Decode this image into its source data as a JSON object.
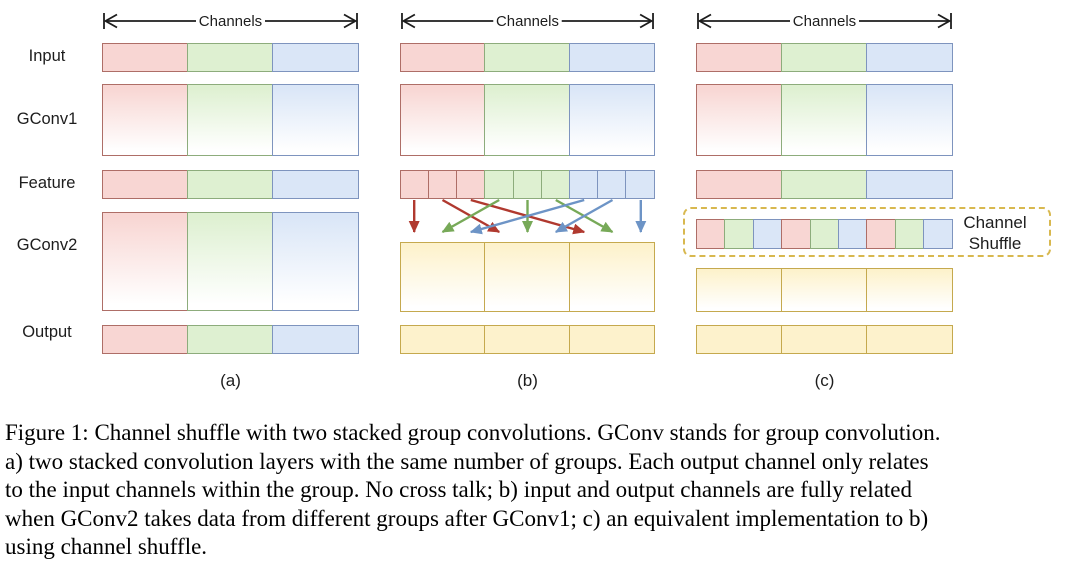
{
  "colors": {
    "red_fill": "#f8d6d3",
    "red_border": "#ae6e67",
    "red_arrow": "#b0392f",
    "green_fill": "#def0d1",
    "green_border": "#8dac7c",
    "green_arrow": "#77a958",
    "blue_fill": "#dae6f7",
    "blue_border": "#7e94be",
    "blue_arrow": "#6d94c6",
    "yellow_fill": "#fdf2cc",
    "yellow_border": "#c5a94e",
    "shuffle_dash": "#d8b84f",
    "text": "#1d1d1d"
  },
  "row_labels": {
    "input": "Input",
    "gconv1": "GConv1",
    "feature": "Feature",
    "gconv2": "GConv2",
    "output": "Output"
  },
  "panels": {
    "a": {
      "label": "(a)",
      "channels_label": "Channels",
      "input_cells": [
        "red",
        "green",
        "blue"
      ],
      "gconv1_cells": [
        "red",
        "green",
        "blue"
      ],
      "feature_cells": [
        "red",
        "green",
        "blue"
      ],
      "gconv2_cells": [
        "red",
        "green",
        "blue"
      ],
      "output_cells": [
        "red",
        "green",
        "blue"
      ]
    },
    "b": {
      "label": "(b)",
      "channels_label": "Channels",
      "input_cells": [
        "red",
        "green",
        "blue"
      ],
      "gconv1_cells": [
        "red",
        "green",
        "blue"
      ],
      "feature_cells": [
        "red",
        "red",
        "red",
        "green",
        "green",
        "green",
        "blue",
        "blue",
        "blue"
      ],
      "arrows": [
        {
          "from": 0,
          "to": 0,
          "color": "red"
        },
        {
          "from": 1,
          "to": 3,
          "color": "red"
        },
        {
          "from": 2,
          "to": 6,
          "color": "red"
        },
        {
          "from": 3,
          "to": 1,
          "color": "green"
        },
        {
          "from": 4,
          "to": 4,
          "color": "green"
        },
        {
          "from": 5,
          "to": 7,
          "color": "green"
        },
        {
          "from": 6,
          "to": 2,
          "color": "blue"
        },
        {
          "from": 7,
          "to": 5,
          "color": "blue"
        },
        {
          "from": 8,
          "to": 8,
          "color": "blue"
        }
      ],
      "gconv2_cells": [
        "yellow",
        "yellow",
        "yellow"
      ],
      "output_cells": [
        "yellow",
        "yellow",
        "yellow"
      ]
    },
    "c": {
      "label": "(c)",
      "channels_label": "Channels",
      "input_cells": [
        "red",
        "green",
        "blue"
      ],
      "gconv1_cells": [
        "red",
        "green",
        "blue"
      ],
      "feature_cells": [
        "red",
        "green",
        "blue"
      ],
      "shuffle_cells": [
        "red",
        "green",
        "blue",
        "red",
        "green",
        "blue",
        "red",
        "green",
        "blue"
      ],
      "shuffle_label_line1": "Channel",
      "shuffle_label_line2": "Shuffle",
      "gconv2_cells": [
        "yellow",
        "yellow",
        "yellow"
      ],
      "output_cells": [
        "yellow",
        "yellow",
        "yellow"
      ]
    }
  },
  "caption_lines": [
    "Figure 1: Channel shuffle with two stacked group convolutions. GConv stands for group convolution.",
    "a) two stacked convolution layers with the same number of groups. Each output channel only relates",
    "to the input channels within the group. No cross talk; b) input and output channels are fully related",
    "when GConv2 takes data from different groups after GConv1; c) an equivalent implementation to b)",
    "using channel shuffle."
  ]
}
